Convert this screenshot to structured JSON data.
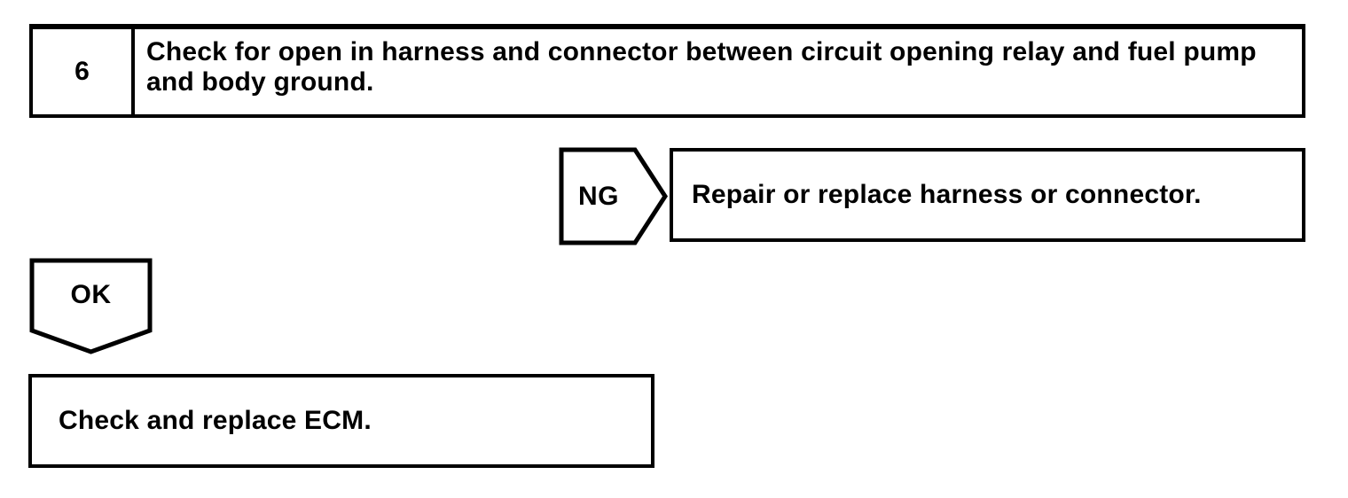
{
  "flowchart": {
    "step": {
      "number": "6",
      "description": "Check for open in harness and connector between circuit opening relay and fuel pump and body ground."
    },
    "ng_branch": {
      "label": "NG",
      "action": "Repair or replace harness or connector."
    },
    "ok_branch": {
      "label": "OK",
      "action": "Check and replace ECM."
    },
    "colors": {
      "line": "#000000",
      "background": "#ffffff",
      "text": "#000000"
    }
  }
}
